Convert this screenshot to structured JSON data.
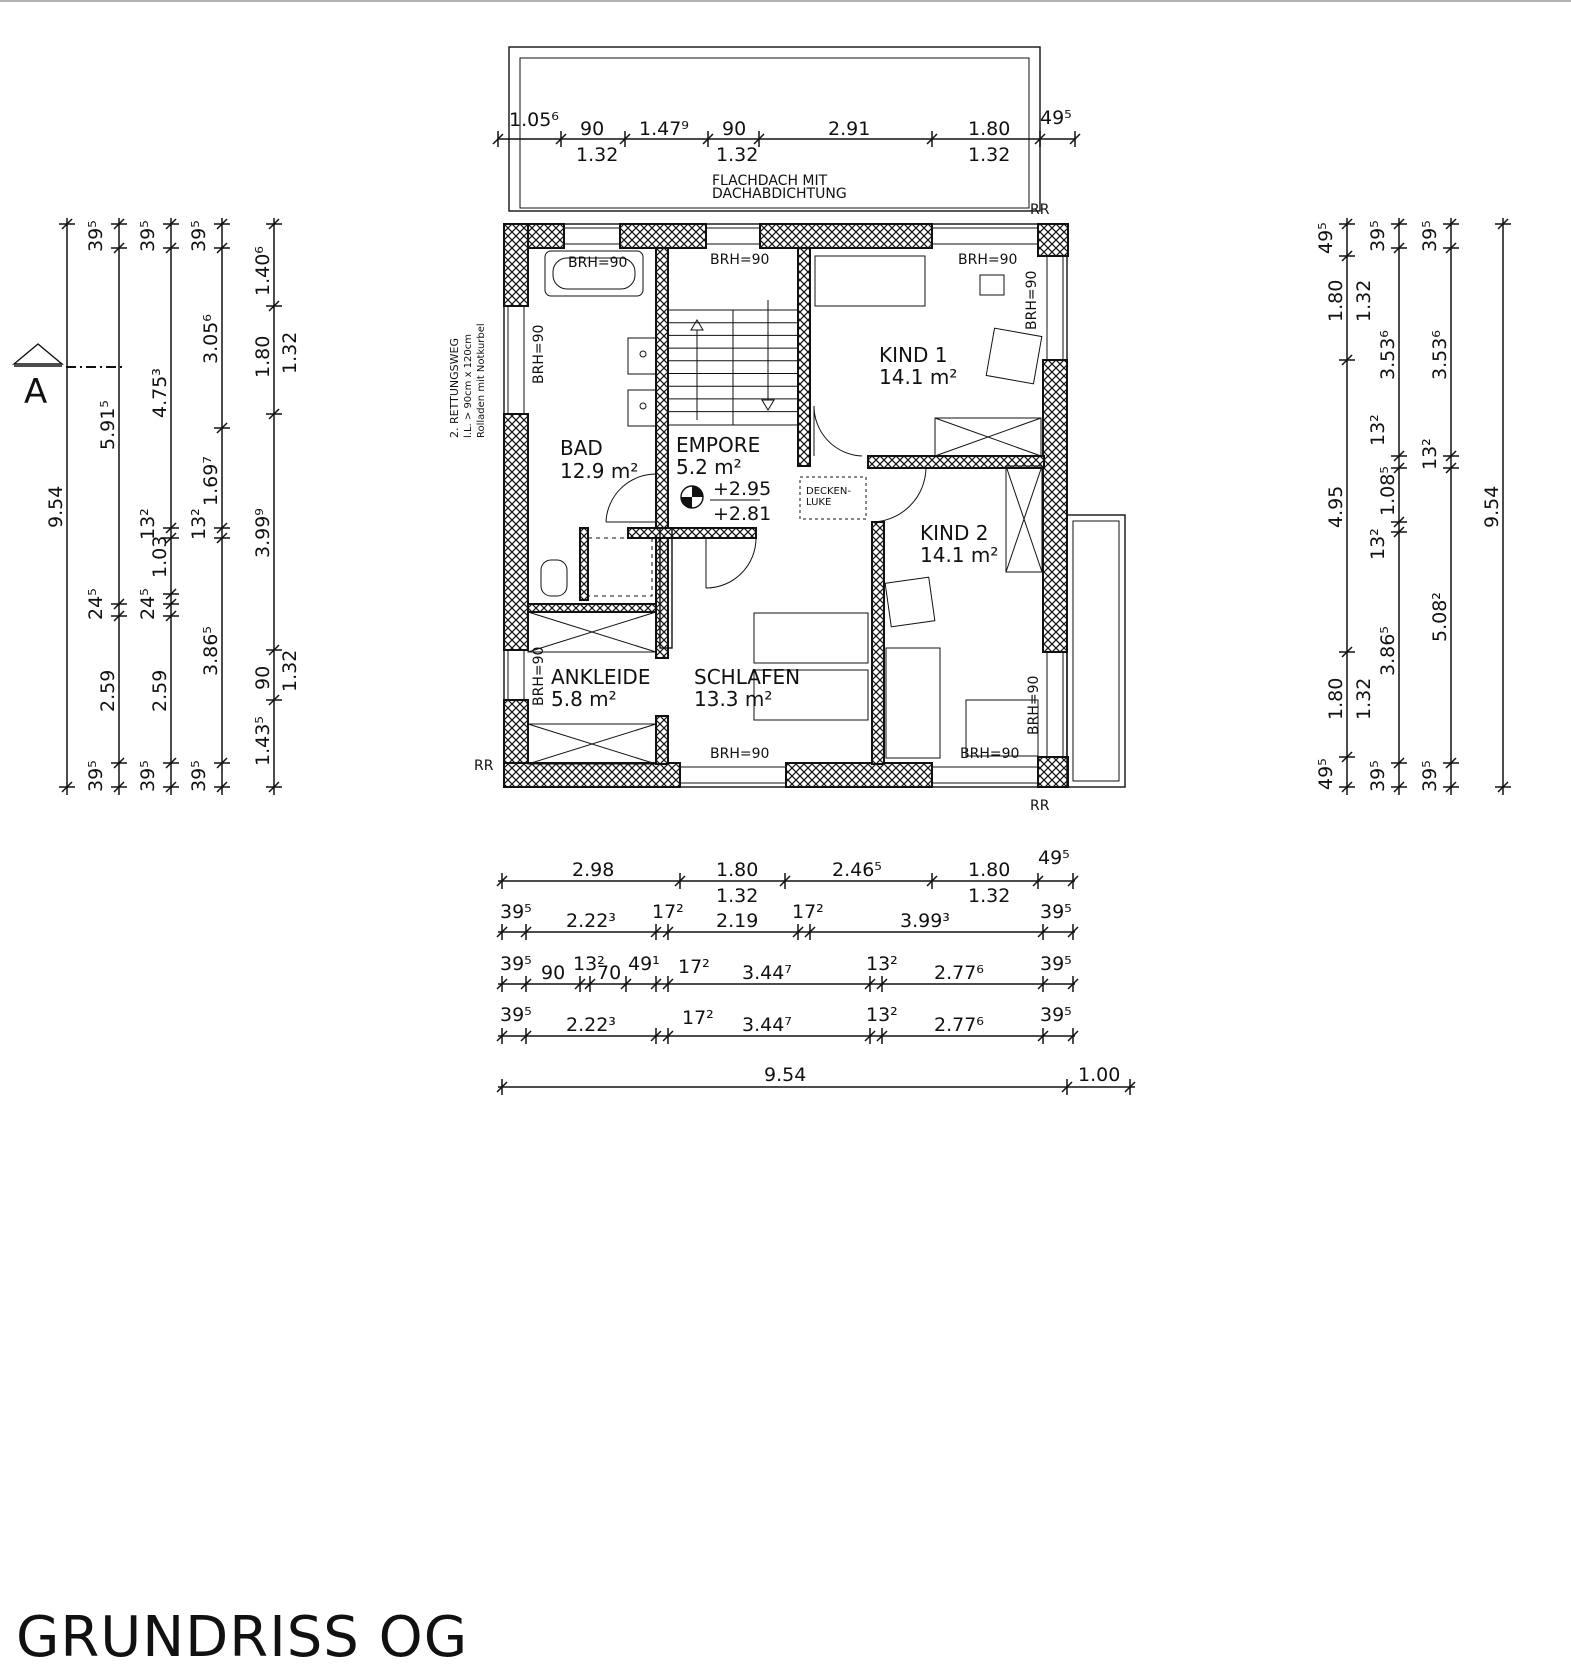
{
  "plan": {
    "title": "GRUNDRISS OG",
    "section_marker": "A",
    "flat_roof": [
      "FLACHDACH MIT",
      "DACHABDICHTUNG"
    ],
    "escape_note": [
      "2. RETTUNGSWEG",
      "l.L. > 90cm x 120cm",
      "Rolladen mit Notkurbel"
    ],
    "hatch_label": [
      "DECKEN-",
      "LUKE"
    ],
    "rr_label": "RR",
    "brh_label": "BRH=90",
    "level": [
      "+2.95",
      "+2.81"
    ]
  },
  "rooms": [
    {
      "name": "BAD",
      "area": "12.9 m²"
    },
    {
      "name": "EMPORE",
      "area": "5.2 m²"
    },
    {
      "name": "KIND 1",
      "area": "14.1 m²"
    },
    {
      "name": "KIND 2",
      "area": "14.1 m²"
    },
    {
      "name": "ANKLEIDE",
      "area": "5.8 m²"
    },
    {
      "name": "SCHLAFEN",
      "area": "13.3 m²"
    }
  ],
  "dimensions": {
    "top_upper": [
      "1.05⁶",
      "90",
      "1.47⁹",
      "90",
      "2.91",
      "1.80",
      "49⁵"
    ],
    "top_lower": [
      "1.32",
      "1.32",
      "1.32"
    ],
    "bottom_row1": [
      "2.98",
      "1.80",
      "2.46⁵",
      "1.80",
      "49⁵"
    ],
    "bottom_row1_sub": [
      "1.32",
      "1.32"
    ],
    "bottom_row2": [
      "39⁵",
      "2.22³",
      "17²",
      "2.19",
      "17²",
      "3.99³",
      "39⁵"
    ],
    "bottom_row3": [
      "39⁵",
      "90",
      "13²",
      "70",
      "49¹",
      "17²",
      "3.44⁷",
      "13²",
      "2.77⁶",
      "39⁵"
    ],
    "bottom_row4": [
      "39⁵",
      "2.22³",
      "17²",
      "3.44⁷",
      "13²",
      "2.77⁶",
      "39⁵"
    ],
    "bottom_row5": [
      "9.54",
      "1.00"
    ],
    "left_col1": [
      "9.54"
    ],
    "left_col2": [
      "39⁵",
      "5.91⁵",
      "24⁵",
      "2.59",
      "39⁵"
    ],
    "left_col3": [
      "39⁵",
      "4.75³",
      "13²",
      "1.03",
      "24⁵",
      "2.59",
      "39⁵"
    ],
    "left_col4": [
      "39⁵",
      "3.05⁶",
      "1.69⁷",
      "13²",
      "3.86⁵",
      "39⁵"
    ],
    "left_col5": [
      "1.40⁶",
      "1.80",
      "3.99⁹",
      "90",
      "1.43⁵"
    ],
    "left_col5_sub": [
      "1.32",
      "1.32"
    ],
    "right_col1": [
      "49⁵",
      "1.80",
      "4.95",
      "1.80",
      "49⁵"
    ],
    "right_col2": [
      "39⁵",
      "1.32",
      "3.53⁶",
      "13²",
      "1.08⁵",
      "13²",
      "3.86⁵",
      "1.32",
      "39⁵"
    ],
    "right_col3": [
      "39⁵",
      "3.53⁶",
      "13²",
      "5.08²",
      "39⁵"
    ],
    "right_col4": [
      "9.54"
    ]
  }
}
